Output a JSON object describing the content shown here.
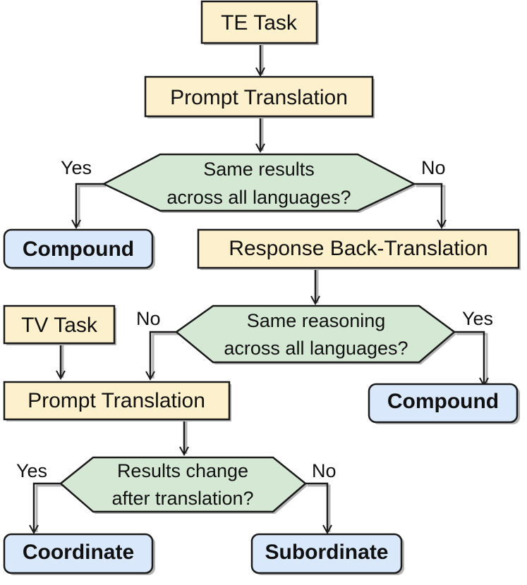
{
  "colors": {
    "process_fill": "#fdf0cc",
    "decision_fill": "#d5e8d4",
    "outcome_fill": "#dae8fc",
    "stroke": "#1a1a1a",
    "shadow": "#b3b3b3"
  },
  "te_branch": {
    "start": "TE Task",
    "step": "Prompt Translation",
    "decision": {
      "line1": "Same results",
      "line2": "across all languages?"
    },
    "yes_label": "Yes",
    "no_label": "No",
    "yes_outcome": "Compound",
    "next_step": "Response Back-Translation",
    "decision2": {
      "line1": "Same reasoning",
      "line2": "across all languages?"
    },
    "yes2_label": "Yes",
    "no2_label": "No",
    "yes2_outcome": "Compound"
  },
  "tv_branch": {
    "start": "TV Task",
    "step": "Prompt Translation",
    "decision": {
      "line1": "Results change",
      "line2": "after translation?"
    },
    "yes_label": "Yes",
    "no_label": "No",
    "yes_outcome": "Coordinate",
    "no_outcome": "Subordinate"
  }
}
